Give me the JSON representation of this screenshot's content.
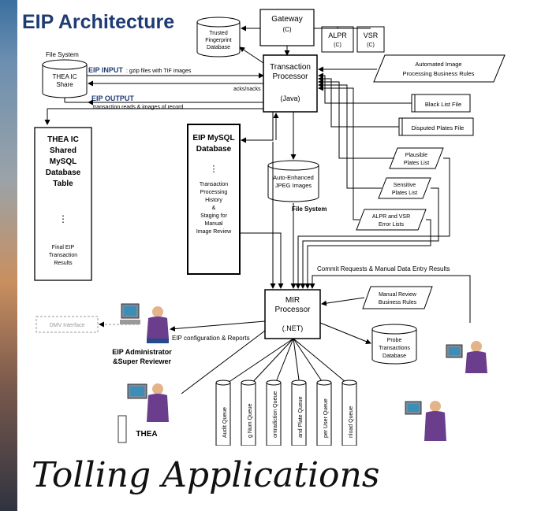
{
  "title": "EIP Architecture",
  "nodes": {
    "gateway": {
      "title": "Gateway",
      "sub": "(C)"
    },
    "alpr": {
      "title": "ALPR",
      "sub": "(C)"
    },
    "vsr": {
      "title": "VSR",
      "sub": "(C)"
    },
    "trusted_db": {
      "lines": [
        "Trusted",
        "Fingerprint",
        "Database"
      ]
    },
    "transaction_processor": {
      "lines": [
        "Transaction",
        "Processor"
      ],
      "sub": "(Java)"
    },
    "file_system_top": "File System",
    "thea_ic_share": {
      "lines": [
        "THEA IC",
        "Share"
      ]
    },
    "eip_input": {
      "label": "EIP INPUT",
      "desc": ": gzip files with TIF images"
    },
    "acks": "acks/nacks",
    "eip_output": {
      "label": "EIP OUTPUT",
      "desc": "transaction reads & images of record"
    },
    "automated_rules": {
      "lines": [
        "Automated Image",
        "Processing Business Rules"
      ]
    },
    "black_list": "Black List File",
    "disputed_plates": "Disputed Plates File",
    "plausible": {
      "lines": [
        "Plausible",
        "Plates List"
      ]
    },
    "sensitive": {
      "lines": [
        "Sensitive",
        "Plates List"
      ]
    },
    "alpr_vsr_errors": {
      "lines": [
        "ALPR and VSR",
        "Error Lists"
      ]
    },
    "thea_mysql": {
      "lines": [
        "THEA IC",
        "Shared",
        "MySQL",
        "Database",
        "Table"
      ],
      "ellipsis": "⋮",
      "footer": [
        "Final EIP",
        "Transaction",
        "Results"
      ]
    },
    "eip_mysql": {
      "lines": [
        "EIP MySQL",
        "Database"
      ],
      "ellipsis": "⋮",
      "body": [
        "Transaction",
        "Processing",
        "History",
        "&",
        "Staging for",
        "Manual",
        "Image Review"
      ]
    },
    "jpeg_images": {
      "lines": [
        "Auto-Enhanced",
        "JPEG Images"
      ]
    },
    "file_system_mid": "File System",
    "commit_requests": "Commit Requests & Manual Data Entry Results",
    "mir": {
      "lines": [
        "MIR",
        "Processor"
      ],
      "sub": "(.NET)"
    },
    "manual_rules": {
      "lines": [
        "Manual Review",
        "Business Rules"
      ]
    },
    "probe_db": {
      "lines": [
        "Probe",
        "Transactions",
        "Database"
      ]
    },
    "dmv": "DMV Interface",
    "eip_config": "EIP configuration & Reports",
    "admin": {
      "lines": [
        "EIP Administrator",
        "&Super Reviewer"
      ]
    },
    "thea_label": "THEA",
    "queues": [
      "Audit Queue",
      "g Num Queue",
      "ontradiction Queue",
      "and Plate Queue",
      "per User Queue",
      "nload Queue"
    ]
  },
  "caption": "Tolling Applications"
}
